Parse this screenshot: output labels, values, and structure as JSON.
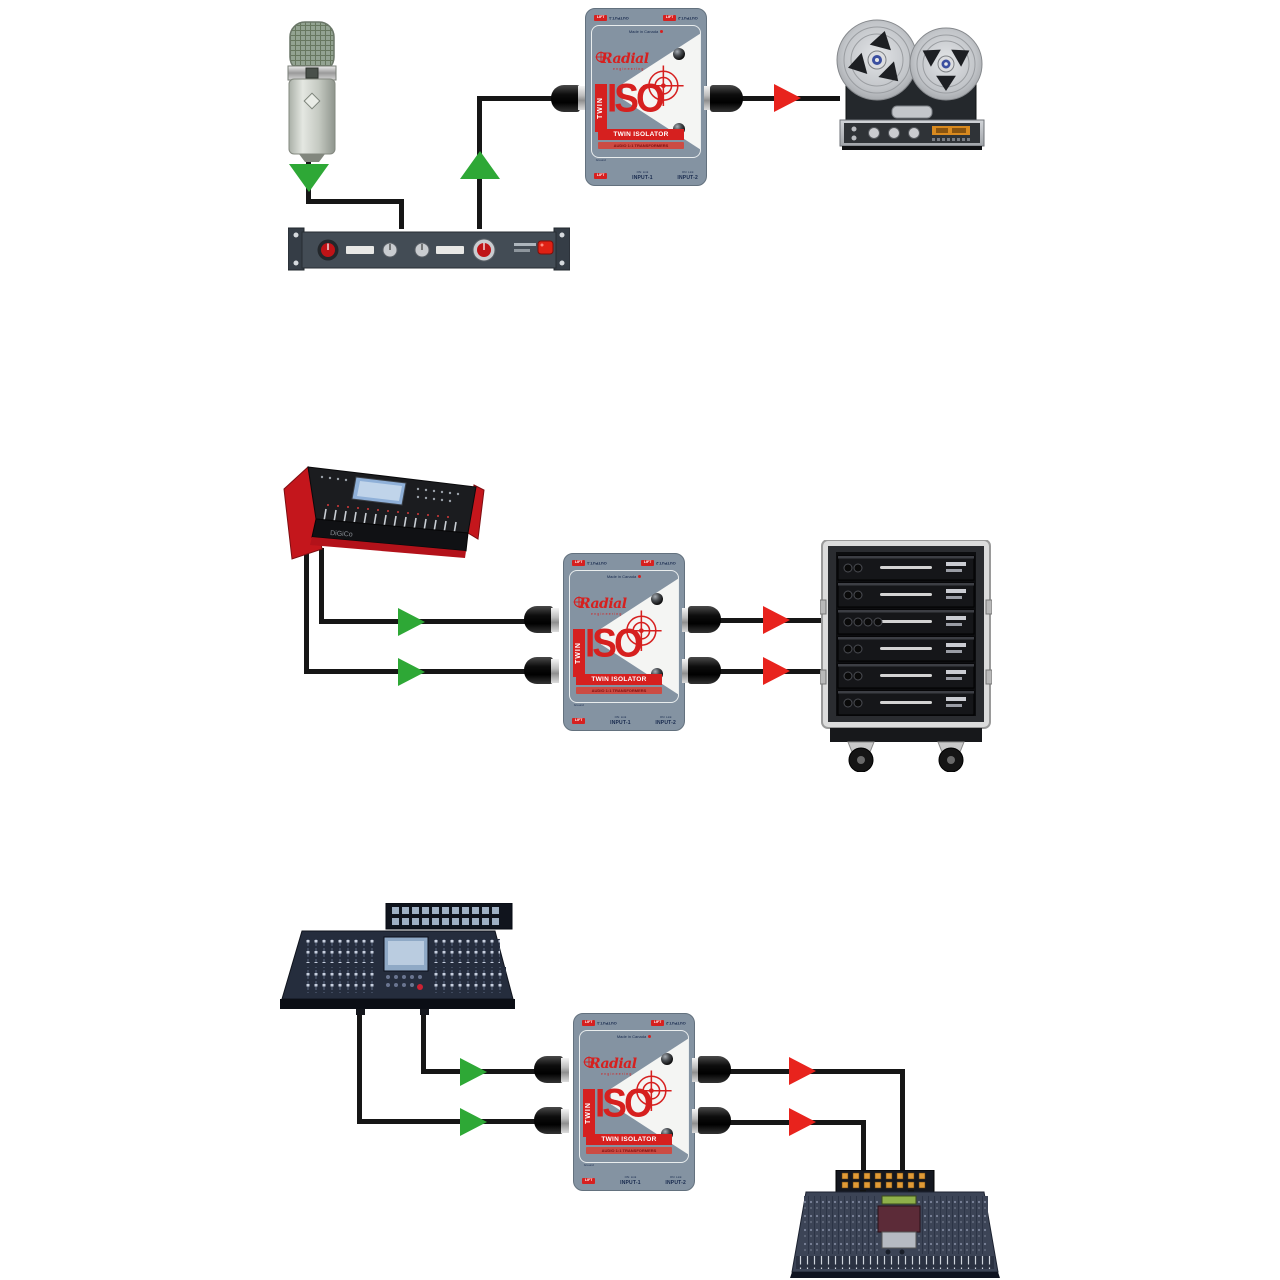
{
  "colors": {
    "background": "#ffffff",
    "cable": "#161616",
    "arrow_green": "#2ea836",
    "arrow_red": "#e8231d",
    "iso_body": "#8493a2",
    "iso_red": "#d6201f",
    "iso_navy": "#17294d"
  },
  "iso": {
    "brand": "Radial",
    "brand_sub": "engineering",
    "made_in": "Made in Canada",
    "twin": "TWIN",
    "model": "ISO",
    "isolator": "TWIN ISOLATOR",
    "transformers": "AUDIO 1:1 TRANSFORMERS",
    "lift": "LIFT",
    "ground": "Ground",
    "link": "ON: Link",
    "output1": "OUTPUT-1",
    "output2": "OUTPUT-2",
    "input1": "INPUT-1",
    "input2": "INPUT-2"
  },
  "devices": {
    "digico_label": "DiGiCo"
  }
}
